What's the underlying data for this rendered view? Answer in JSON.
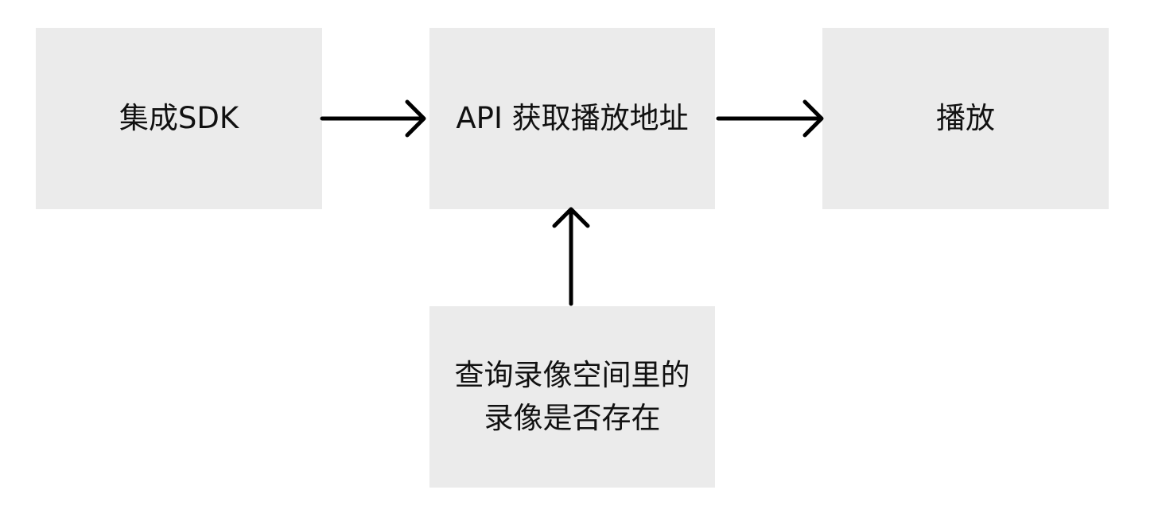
{
  "nodes": {
    "integrate_sdk": "集成SDK",
    "api_get_url": "API 获取播放地址",
    "play": "播放",
    "query_recording": "查询录像空间里的\n录像是否存在"
  },
  "edges": [
    {
      "from": "集成SDK",
      "to": "API 获取播放地址"
    },
    {
      "from": "API 获取播放地址",
      "to": "播放"
    },
    {
      "from": "查询录像空间里的\n录像是否存在",
      "to": "API 获取播放地址"
    }
  ],
  "colors": {
    "box_fill": "#ebebeb",
    "arrow": "#000000",
    "text": "#111111"
  }
}
